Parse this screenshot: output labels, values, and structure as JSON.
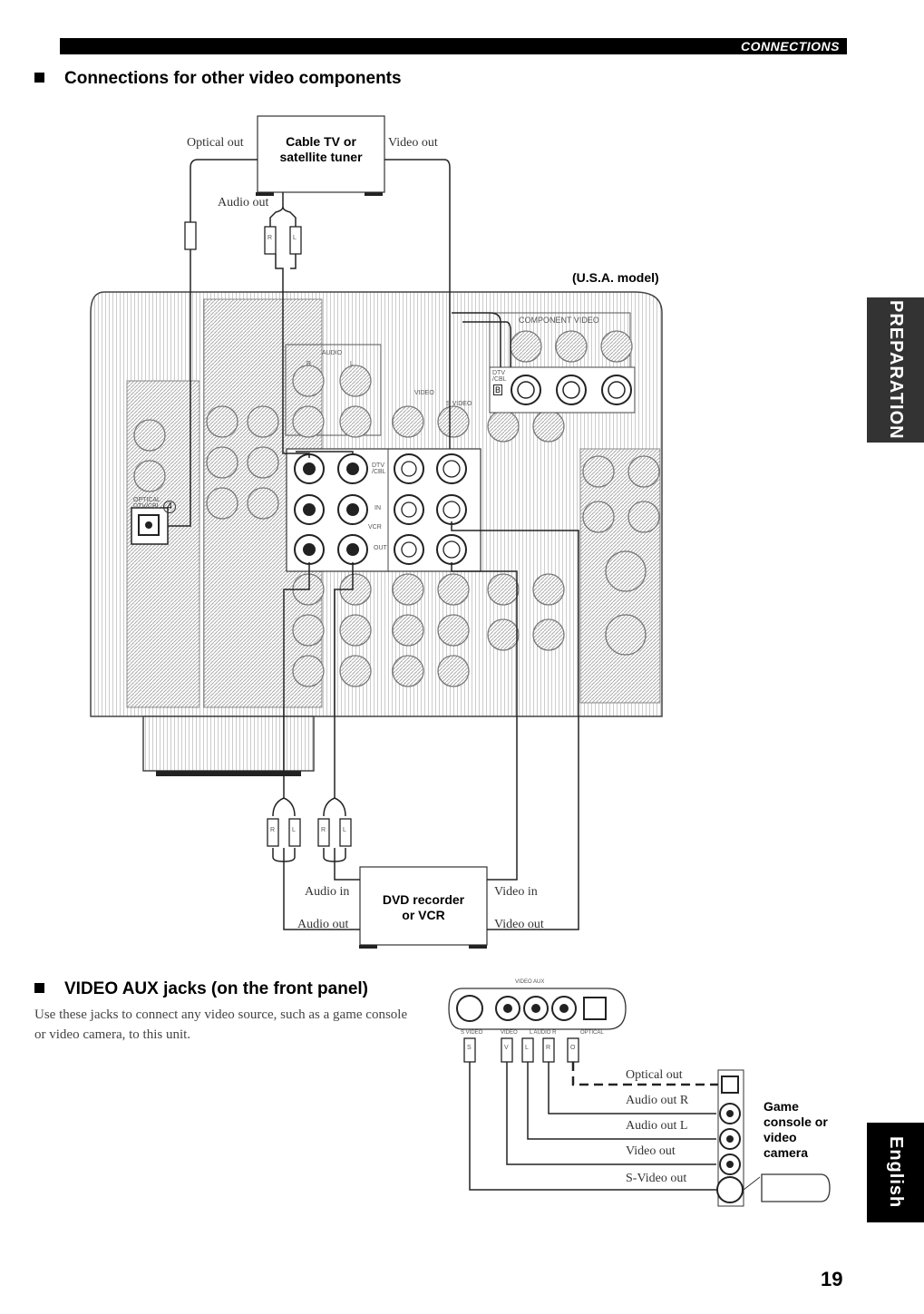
{
  "header": {
    "section": "CONNECTIONS"
  },
  "section1": {
    "title": "Connections for other video components",
    "model_note": "(U.S.A. model)",
    "source_device": "Cable TV or\nsatellite tuner",
    "source_labels": {
      "optical_out": "Optical out",
      "video_out": "Video out",
      "audio_out": "Audio out"
    },
    "recorder_device": "DVD recorder\nor VCR",
    "recorder_labels": {
      "audio_in": "Audio in",
      "audio_out": "Audio out",
      "video_in": "Video in",
      "video_out": "Video out"
    },
    "jack_labels": {
      "component_video": "COMPONENT VIDEO",
      "audio": "AUDIO",
      "video": "VIDEO",
      "s_video": "S VIDEO",
      "dtv_cbl": "DTV /CBL",
      "vcr": "VCR",
      "in": "IN",
      "out": "OUT",
      "optical": "OPTICAL DTV/CBL",
      "optical_num": "4",
      "r": "R",
      "l": "L",
      "b": "B"
    }
  },
  "section2": {
    "title": "VIDEO AUX jacks (on the front panel)",
    "body": "Use these jacks to connect any video source, such as a game console or video camera, to this unit.",
    "panel_label": "VIDEO AUX",
    "panel_jacks": [
      "S VIDEO",
      "VIDEO",
      "L AUDIO R",
      "OPTICAL"
    ],
    "plug_letters": [
      "S",
      "V",
      "L",
      "R",
      "O"
    ],
    "device": "Game\nconsole or\nvideo\ncamera",
    "outputs": [
      "Optical out",
      "Audio out R",
      "Audio out L",
      "Video out",
      "S-Video out"
    ]
  },
  "side_tabs": {
    "preparation": "PREPARATION",
    "english": "English"
  },
  "page_number": "19"
}
